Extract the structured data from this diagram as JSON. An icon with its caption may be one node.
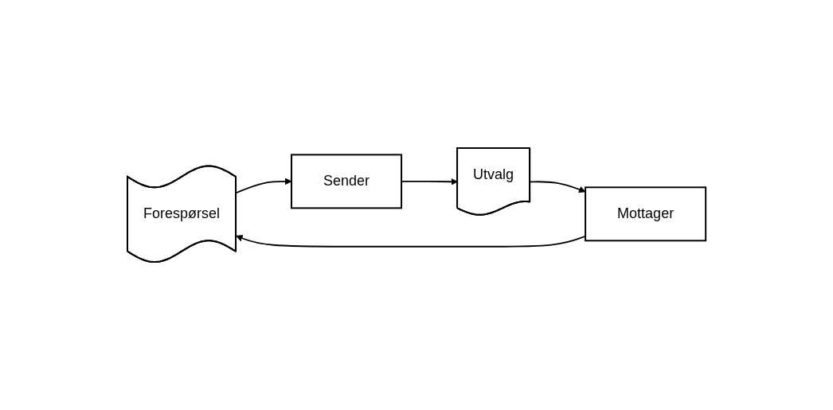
{
  "diagram": {
    "nodes": [
      {
        "text": [
          "Forespørsel"
        ]
      },
      {
        "text": [
          "Sender"
        ]
      },
      {
        "text": [
          "Mottager"
        ]
      },
      {
        "text": [
          "Utvalg"
        ]
      }
    ],
    "edges": [
      {
        "from": 2,
        "to": 0,
        "arrow": "to"
      },
      {
        "from": 0,
        "to": 1,
        "arrow": "to"
      },
      {
        "from": 1,
        "to": 3,
        "arrow": "to"
      },
      {
        "from": 3,
        "to": 2,
        "arrow": "to"
      }
    ]
  }
}
